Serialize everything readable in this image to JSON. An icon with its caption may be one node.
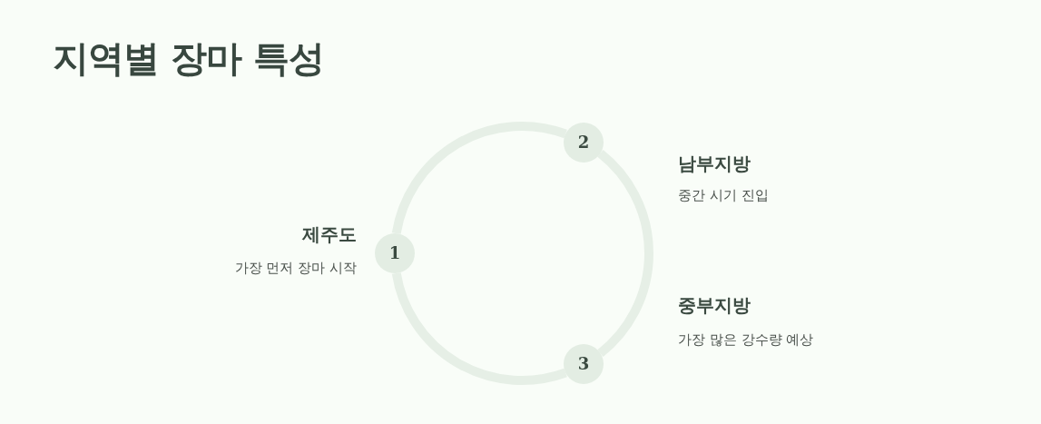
{
  "diagram": {
    "title": "지역별 장마 특성",
    "nodes": [
      {
        "text": [
          "1"
        ],
        "beside": [
          "제주도",
          "가장 먼저 장마 시작"
        ]
      },
      {
        "text": [
          "2"
        ],
        "beside": [
          "남부지방",
          "중간 시기 진입"
        ]
      },
      {
        "text": [
          "3"
        ],
        "beside": [
          "중부지방",
          "가장 많은 강수량 예상"
        ]
      }
    ],
    "edges": [
      {
        "from": 0,
        "to": 1,
        "arrow": "none"
      },
      {
        "from": 1,
        "to": 2,
        "arrow": "none"
      },
      {
        "from": 2,
        "to": 0,
        "arrow": "none"
      }
    ]
  }
}
